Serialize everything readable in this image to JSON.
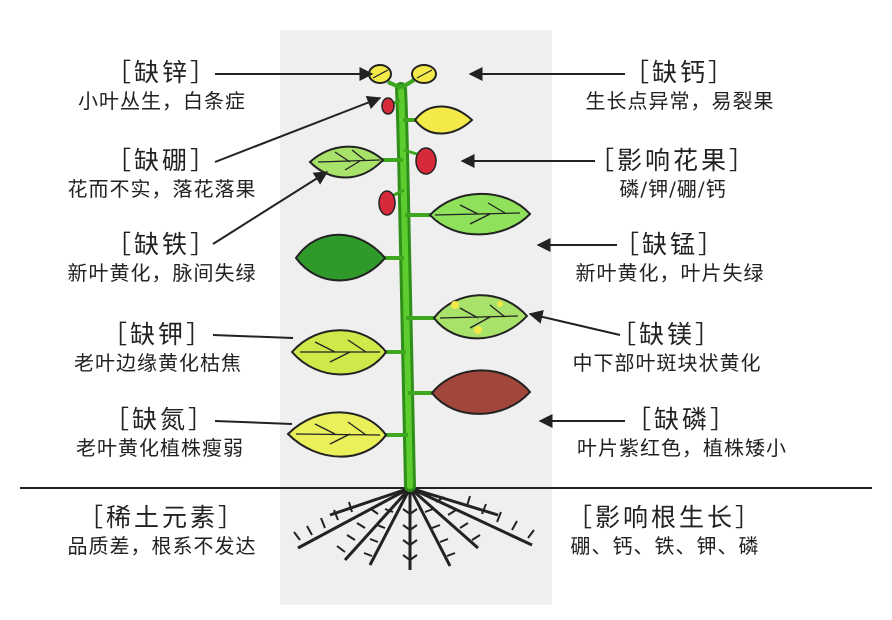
{
  "labels": [
    {
      "side": "left",
      "head": "［缺锌］",
      "desc": "小叶丛生，白条症"
    },
    {
      "side": "left",
      "head": "［缺硼］",
      "desc": "花而不实，落花落果"
    },
    {
      "side": "left",
      "head": "［缺铁］",
      "desc": "新叶黄化，脉间失绿"
    },
    {
      "side": "left",
      "head": "［缺钾］",
      "desc": "老叶边缘黄化枯焦"
    },
    {
      "side": "left",
      "head": "［缺氮］",
      "desc": "老叶黄化植株瘦弱"
    },
    {
      "side": "left",
      "head": "［稀土元素］",
      "desc": "品质差，根系不发达"
    },
    {
      "side": "right",
      "head": "［缺钙］",
      "desc": "生长点异常，易裂果"
    },
    {
      "side": "right",
      "head": "［影响花果］",
      "desc": "磷/钾/硼/钙"
    },
    {
      "side": "right",
      "head": "［缺锰］",
      "desc": "新叶黄化，叶片失绿"
    },
    {
      "side": "right",
      "head": "［缺镁］",
      "desc": "中下部叶斑块状黄化"
    },
    {
      "side": "right",
      "head": "［缺磷］",
      "desc": "叶片紫红色，植株矮小"
    },
    {
      "side": "right",
      "head": "［影响根生长］",
      "desc": "硼、钙、铁、钾、磷"
    }
  ],
  "colors": {
    "stem": "#3fa61f",
    "leaf_dark_green": "#2f9a2a",
    "leaf_light_green": "#8fe05a",
    "leaf_yellow_green": "#cfe84a",
    "leaf_yellow": "#f3ea4a",
    "leaf_purple_red": "#a0463a",
    "fruit_red": "#d62a3a",
    "line": "#222222"
  }
}
